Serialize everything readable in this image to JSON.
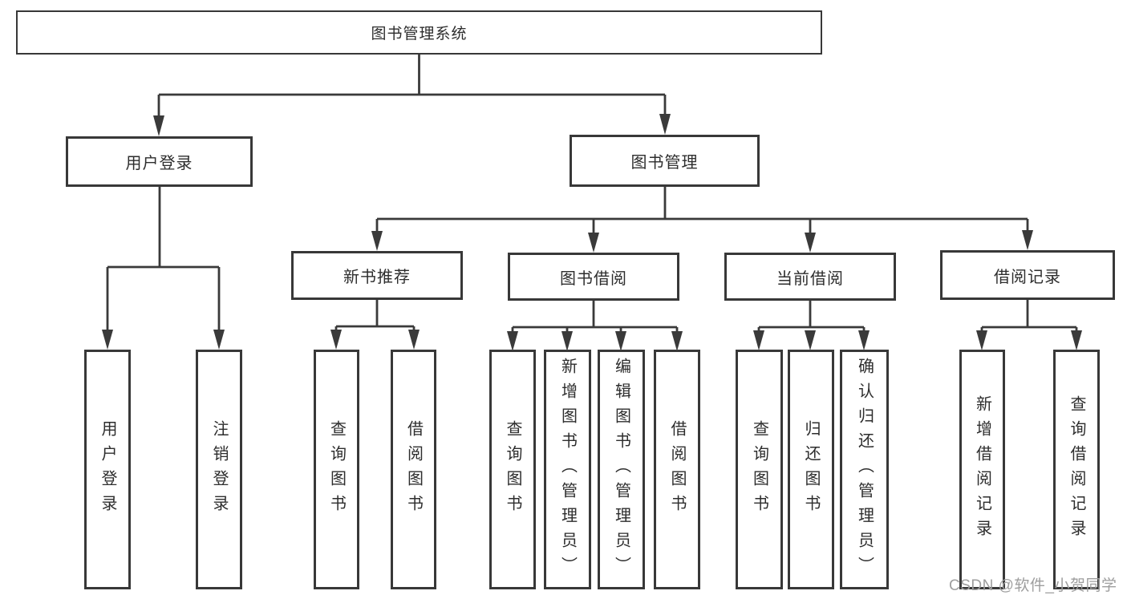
{
  "tree": {
    "root": {
      "label": "图书管理系统"
    },
    "branches": [
      {
        "label": "用户登录",
        "leaves": [
          {
            "label": "用户登录"
          },
          {
            "label": "注销登录"
          }
        ]
      },
      {
        "label": "图书管理",
        "groups": [
          {
            "label": "新书推荐",
            "leaves": [
              {
                "label": "查询图书"
              },
              {
                "label": "借阅图书"
              }
            ]
          },
          {
            "label": "图书借阅",
            "leaves": [
              {
                "label": "查询图书"
              },
              {
                "label": "新增图书（管理员）"
              },
              {
                "label": "编辑图书（管理员）"
              },
              {
                "label": "借阅图书"
              }
            ]
          },
          {
            "label": "当前借阅",
            "leaves": [
              {
                "label": "查询图书"
              },
              {
                "label": "归还图书"
              },
              {
                "label": "确认归还（管理员）"
              }
            ]
          },
          {
            "label": "借阅记录",
            "leaves": [
              {
                "label": "新增借阅记录"
              },
              {
                "label": "查询借阅记录"
              }
            ]
          }
        ]
      }
    ]
  },
  "watermark": {
    "text": "CSDN @软件_小贺同学"
  },
  "colors": {
    "line": "#3a3a3a",
    "border": "#383838",
    "text": "#2d2d2d",
    "background": "#ffffff",
    "watermark": "#9e9e9e"
  }
}
